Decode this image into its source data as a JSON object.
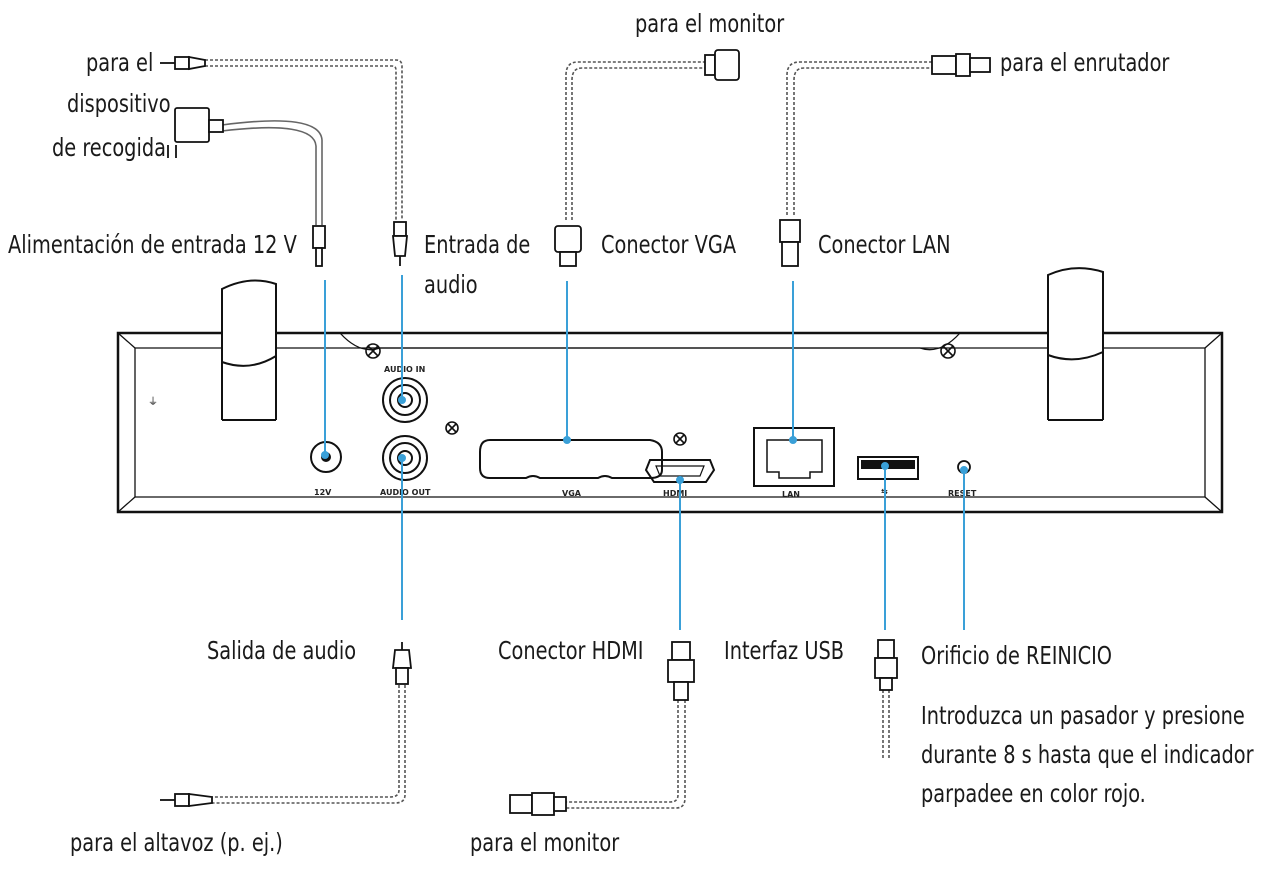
{
  "labels": {
    "to_pickup": "para el",
    "pickup_2": "dispositivo",
    "pickup_3": "de recogida",
    "to_monitor_top": "para el monitor",
    "to_router": "para el enrutador",
    "power_in": "Alimentación de entrada 12 V",
    "audio_in_1": "Entrada de",
    "audio_in_2": "audio",
    "vga": "Conector VGA",
    "lan": "Conector LAN",
    "audio_out": "Salida de audio",
    "hdmi": "Conector HDMI",
    "usb": "Interfaz USB",
    "reset": "Orificio de REINICIO",
    "reset_note_1": "Introduzca un pasador y presione",
    "reset_note_2": "durante 8 s hasta que el indicador",
    "reset_note_3": "parpadee en color rojo.",
    "to_speaker": "para el altavoz (p. ej.)",
    "to_monitor_bottom": "para el monitor"
  },
  "panel": {
    "power": "12V",
    "audio_in": "AUDIO IN",
    "audio_out": "AUDIO OUT",
    "vga": "VGA",
    "hdmi": "HDMI",
    "lan": "LAN",
    "reset": "RESET"
  },
  "colors": {
    "callout": "#3aa0d8",
    "line": "#111111",
    "cable": "#444444"
  }
}
